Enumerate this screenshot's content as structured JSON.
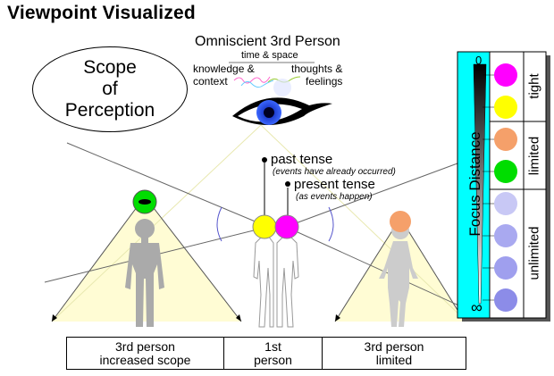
{
  "title": "Viewpoint Visualized",
  "scope": {
    "line1": "Scope",
    "line2": "of",
    "line3": "Perception"
  },
  "omniscient": {
    "title": "Omniscient 3rd Person",
    "time_space": "time & space",
    "knowledge_1": "knowledge &",
    "knowledge_2": "context",
    "thoughts_1": "thoughts &",
    "thoughts_2": "feelings"
  },
  "tenses": {
    "past": "past tense",
    "past_note": "(events have already occurred)",
    "present": "present tense",
    "present_note": "(as events happen)"
  },
  "bottom": [
    {
      "line1": "3rd person",
      "line2": "increased scope"
    },
    {
      "line1": "1st",
      "line2": "person"
    },
    {
      "line1": "3rd person",
      "line2": "limited"
    }
  ],
  "focus": {
    "title": "Focus Distance",
    "top_mark": "0",
    "bottom_mark": "∞",
    "categories": [
      "tight",
      "limited",
      "unlimited"
    ],
    "circles": [
      "#ff00ff",
      "#ffff00",
      "#f5a06a",
      "#00dd00",
      "#c8c8f5",
      "#a9a9f0",
      "#9f9fee",
      "#8c8ce8"
    ]
  },
  "colors": {
    "cyan": "#00ffff",
    "magenta": "#ff00ff",
    "yellow": "#ffff00",
    "green": "#00dd00",
    "orange": "#f5a06a",
    "cone": "#fffcd4"
  }
}
